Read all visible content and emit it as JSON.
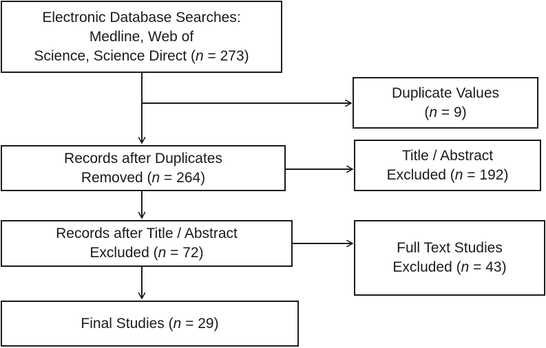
{
  "flow": {
    "search": {
      "line1": "Electronic Database Searches:",
      "line2": "Medline, Web of",
      "line3_prefix": "Science, Science Direct (",
      "n_label": "n",
      "line3_suffix": " = 273)"
    },
    "duplicates_removed": {
      "line1": "Records after Duplicates",
      "line2_prefix": "Removed (",
      "n_label": "n",
      "line2_suffix": " = 264)"
    },
    "title_abstract_excluded": {
      "line1": "Records after Title / Abstract",
      "line2_prefix": "Excluded (",
      "n_label": "n",
      "line2_suffix": " = 72)"
    },
    "final": {
      "line1_prefix": "Final Studies (",
      "n_label": "n",
      "line1_suffix": " = 29)"
    }
  },
  "exclusions": {
    "duplicates": {
      "line1": "Duplicate Values",
      "line2_prefix": "(",
      "n_label": "n",
      "line2_suffix": " = 9)"
    },
    "title_abstract": {
      "line1": "Title / Abstract",
      "line2_prefix": "Excluded (",
      "n_label": "n",
      "line2_suffix": " = 192)"
    },
    "full_text": {
      "line1": "Full Text Studies",
      "line2_prefix": "Excluded (",
      "n_label": "n",
      "line2_suffix": " = 43)"
    }
  },
  "colors": {
    "stroke": "#1a1a1a",
    "background": "#ffffff"
  }
}
